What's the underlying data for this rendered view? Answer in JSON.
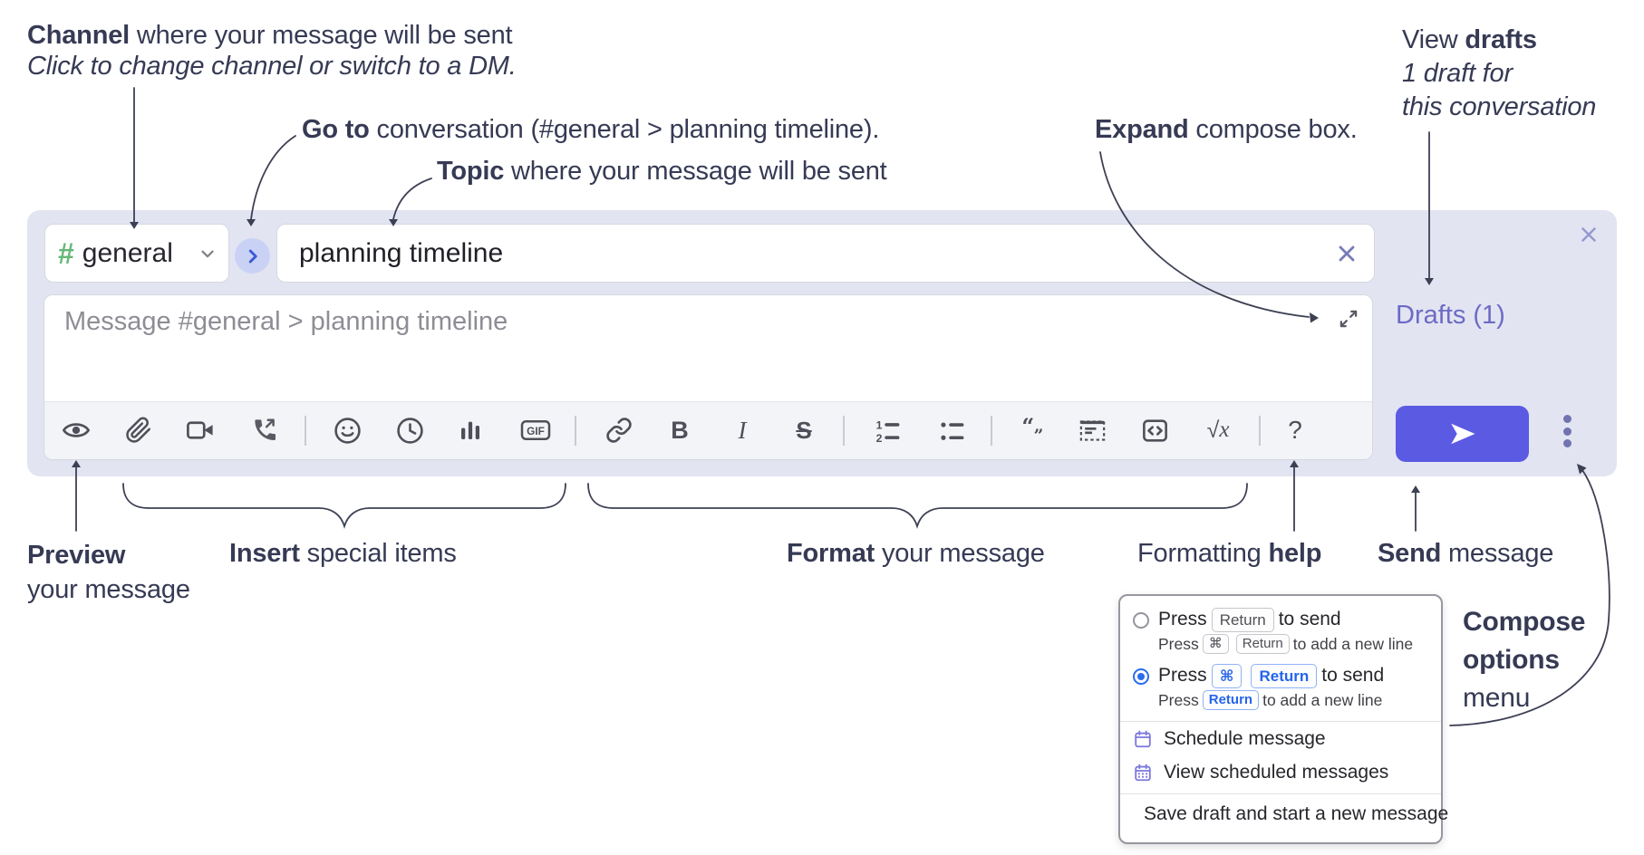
{
  "colors": {
    "annotation_text": "#363a54",
    "compose_bg": "#e2e4f2",
    "send_accent": "#5a5ae3",
    "drafts_link": "#6d6bc4",
    "channel_hash_green": "#65b877",
    "goto_chevron_blue": "#3c5bd7",
    "menu_icon_purple": "#7b78dd",
    "key_blue": "#2b6bf0",
    "toolbar_icon": "#4f4f59"
  },
  "annotations": {
    "channel": {
      "bold": "Channel",
      "rest": " where your message will be sent",
      "sub": "Click to change channel or switch to a DM."
    },
    "go_to": {
      "bold": "Go to",
      "rest": " conversation (#general > planning timeline)."
    },
    "topic": {
      "bold": "Topic",
      "rest": " where your message will be sent"
    },
    "expand": {
      "bold": "Expand",
      "rest": " compose box."
    },
    "view_drafts": {
      "pre": "View ",
      "bold": "drafts",
      "line2": "1 draft for",
      "line3": "this conversation"
    },
    "preview": {
      "bold": "Preview",
      "line2": "your message"
    },
    "insert": {
      "bold": "Insert",
      "rest": " special items"
    },
    "format": {
      "bold": "Format",
      "rest": " your message"
    },
    "formatting_help": {
      "pre": "Formatting ",
      "bold": "help"
    },
    "send": {
      "bold": "Send",
      "rest": " message"
    },
    "compose_options": {
      "line1": "Compose",
      "line2": "options",
      "line3": "menu"
    }
  },
  "compose": {
    "channel_hash": "#",
    "channel_name": "general",
    "topic_value": "planning timeline",
    "message_placeholder": "Message #general > planning timeline",
    "drafts_label": "Drafts (1)"
  },
  "toolbar": {
    "icons": [
      "preview",
      "attach-file",
      "video-call",
      "voice-call",
      "emoji",
      "time",
      "poll",
      "gif",
      "link",
      "bold",
      "italic",
      "strikethrough",
      "numbered-list",
      "bulleted-list",
      "quote",
      "spoiler",
      "code",
      "math",
      "help"
    ],
    "glyphs": {
      "bold": "B",
      "italic": "I",
      "strike": "S",
      "help": "?",
      "math_radical": "√",
      "math_var": "x",
      "quote_open": "“",
      "quote_close": "”",
      "gif": "GIF",
      "list_num1": "1",
      "list_num2": "2"
    }
  },
  "menu": {
    "option_enter": {
      "press": "Press",
      "key_return": "Return",
      "to_send": "to send",
      "sub_press": "Press",
      "sub_key_cmd": "⌘",
      "sub_key_return": "Return",
      "sub_rest": "to add a new line"
    },
    "option_cmd_enter": {
      "press": "Press",
      "key_cmd": "⌘",
      "key_return": "Return",
      "to_send": "to send",
      "sub_press": "Press",
      "sub_key_return": "Return",
      "sub_rest": "to add a new line"
    },
    "schedule": "Schedule message",
    "view_scheduled": "View scheduled messages",
    "save_draft": "Save draft and start a new message"
  }
}
